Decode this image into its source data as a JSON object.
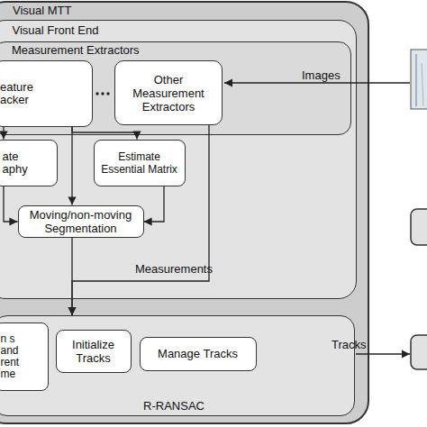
{
  "diagram": {
    "nodes": [
      {
        "text": [
          "Visual MTT"
        ]
      },
      {
        "text": [
          "Visual Front End"
        ],
        "in": 0
      },
      {
        "text": [
          "Measurement Extractors"
        ],
        "in": 1
      },
      {
        "text": [
          "eature acker"
        ],
        "in": 2
      },
      {
        "text": [
          "Other Measurement Extractors"
        ],
        "in": 2
      },
      {
        "text": [
          "ate aphy"
        ],
        "in": 1
      },
      {
        "text": [
          "Estimate Essential Matrix"
        ],
        "in": 1
      },
      {
        "text": [
          "Moving/non-moving Segmentation"
        ],
        "in": 1
      },
      {
        "text": [
          "R-RANSAC"
        ],
        "in": 0
      },
      {
        "text": [
          "n s and rent me"
        ],
        "in": 8
      },
      {
        "text": [
          "Initialize Tracks"
        ],
        "in": 8
      },
      {
        "text": [
          "Manage Tracks"
        ],
        "in": 8
      }
    ],
    "edges": [
      {
        "from": 3,
        "to": 5,
        "arrow": "to"
      },
      {
        "from": 3,
        "to": 6,
        "arrow": "to"
      },
      {
        "from": 3,
        "to": 7,
        "arrow": "to"
      },
      {
        "from": 5,
        "to": 7,
        "arrow": "to"
      },
      {
        "from": 6,
        "to": 7,
        "arrow": "to"
      },
      {
        "from": 7,
        "to": 8,
        "label": "Measurements",
        "arrow": "to"
      },
      {
        "from": 4,
        "to": 8,
        "arrow": "to"
      }
    ],
    "labels": [
      "Images",
      "Tracks"
    ]
  }
}
